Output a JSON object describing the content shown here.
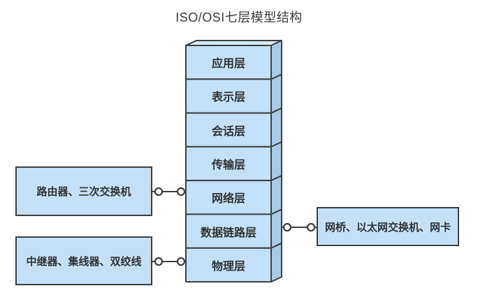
{
  "title": "ISO/OSI七层模型结构",
  "colors": {
    "front_fill": "#c3e0f7",
    "side_fill": "#a7cae8",
    "top_fill": "#d5e9fa",
    "stroke": "#3f3f3f",
    "text": "#333333",
    "background": "#ffffff"
  },
  "stack": {
    "layers": [
      {
        "label": "应用层"
      },
      {
        "label": "表示层"
      },
      {
        "label": "会话层"
      },
      {
        "label": "传输层"
      },
      {
        "label": "网络层"
      },
      {
        "label": "数据链路层"
      },
      {
        "label": "物理层"
      }
    ]
  },
  "annotations": [
    {
      "side": "left",
      "label": "路由器、三次交换机",
      "connects_to": "网络层"
    },
    {
      "side": "left",
      "label": "中继器、集线器、双绞线",
      "connects_to": "物理层"
    },
    {
      "side": "right",
      "label": "网桥、以太网交换机、网卡",
      "connects_to": "数据链路层"
    }
  ]
}
